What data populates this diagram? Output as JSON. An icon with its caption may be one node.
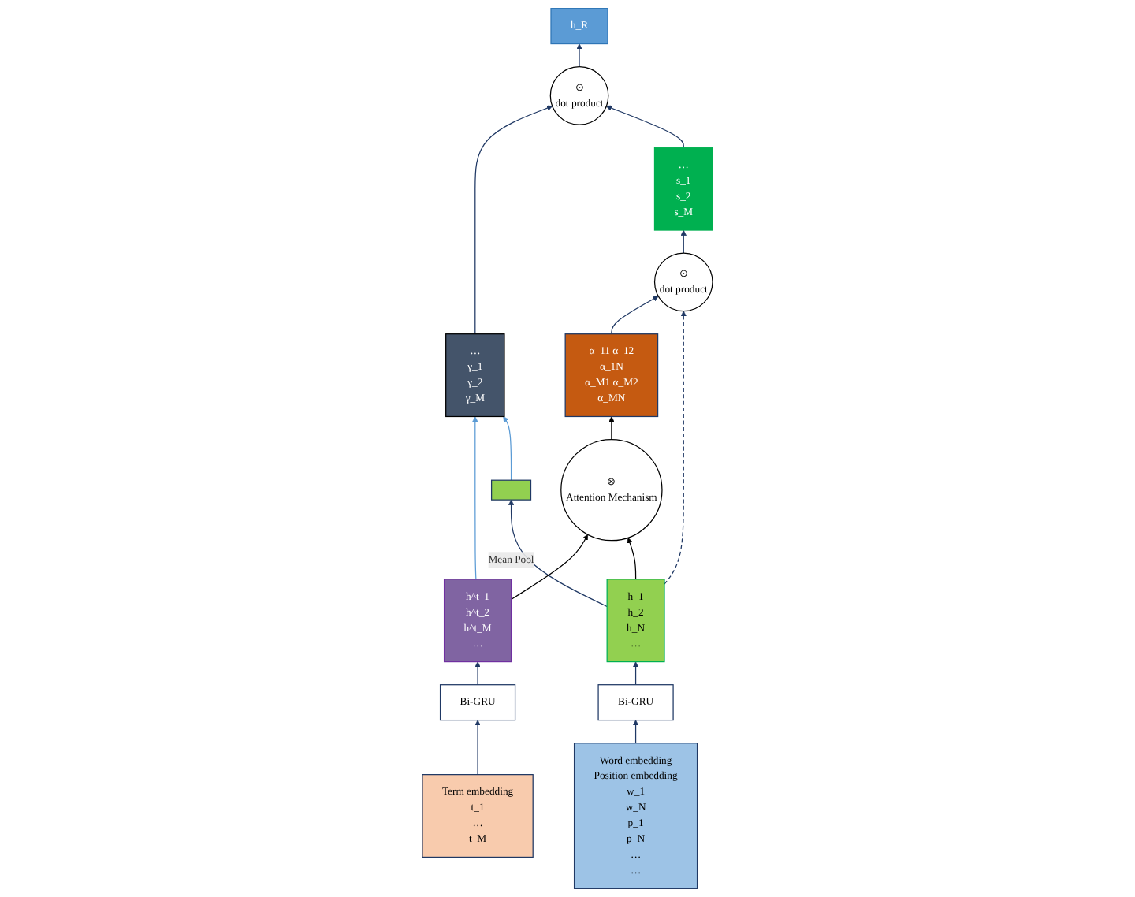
{
  "diagram": {
    "nodes": [
      {
        "text": [
          "h_R"
        ]
      },
      {
        "text": [
          "⊙",
          "dot product"
        ]
      },
      {
        "text": [
          "…",
          "γ_1",
          "γ_2",
          "γ_M"
        ]
      },
      {
        "text": [
          "…",
          "s_1",
          "s_2",
          "s_M"
        ]
      },
      {
        "text": [
          "⊙",
          "dot product"
        ]
      },
      {
        "text": [
          "α_11 α_12",
          "α_1N",
          "α_M1 α_M2",
          "α_MN"
        ]
      },
      {
        "text": [
          "⊗",
          "Attention Mechanism"
        ]
      },
      {
        "text": [
          "h^t_1",
          "h^t_2",
          "h^t_M",
          "…"
        ]
      },
      {
        "text": [
          "Bi-GRU"
        ]
      },
      {
        "text": [
          "Term embedding",
          "t_1",
          "…",
          "t_M"
        ]
      },
      {
        "text": [],
        "shape": "box"
      },
      {
        "text": [
          "h_1",
          "h_2",
          "h_N",
          "…"
        ]
      },
      {
        "text": [
          "Bi-GRU"
        ]
      },
      {
        "text": [
          "Word embedding",
          "Position embedding",
          "w_1",
          "w_N",
          "p_1",
          "p_N",
          "…",
          "…"
        ]
      }
    ],
    "edges": [
      {
        "from": 9,
        "to": 8,
        "arrow": "to"
      },
      {
        "from": 8,
        "to": 7,
        "arrow": "to"
      },
      {
        "from": 7,
        "to": 2,
        "arrow": "to",
        "color": "#5b9bd5"
      },
      {
        "from": 10,
        "to": 2,
        "arrow": "to",
        "color": "#5b9bd5"
      },
      {
        "from": 2,
        "to": 1,
        "arrow": "to"
      },
      {
        "from": 3,
        "to": 1,
        "arrow": "to"
      },
      {
        "from": 1,
        "to": 0,
        "arrow": "to"
      },
      {
        "from": 13,
        "to": 12,
        "arrow": "to"
      },
      {
        "from": 12,
        "to": 11,
        "arrow": "to"
      },
      {
        "from": 11,
        "to": 10,
        "arrow": "to",
        "label": "Mean Pool"
      },
      {
        "from": 7,
        "to": 6,
        "arrow": "to",
        "color": "#000000"
      },
      {
        "from": 11,
        "to": 6,
        "arrow": "to",
        "color": "#000000"
      },
      {
        "from": 6,
        "to": 5,
        "arrow": "to",
        "color": "#000000"
      },
      {
        "from": 5,
        "to": 4,
        "arrow": "to"
      },
      {
        "from": 4,
        "to": 3,
        "arrow": "to"
      },
      {
        "from": 11,
        "to": 4,
        "arrow": "to",
        "style": "dashed"
      }
    ]
  }
}
